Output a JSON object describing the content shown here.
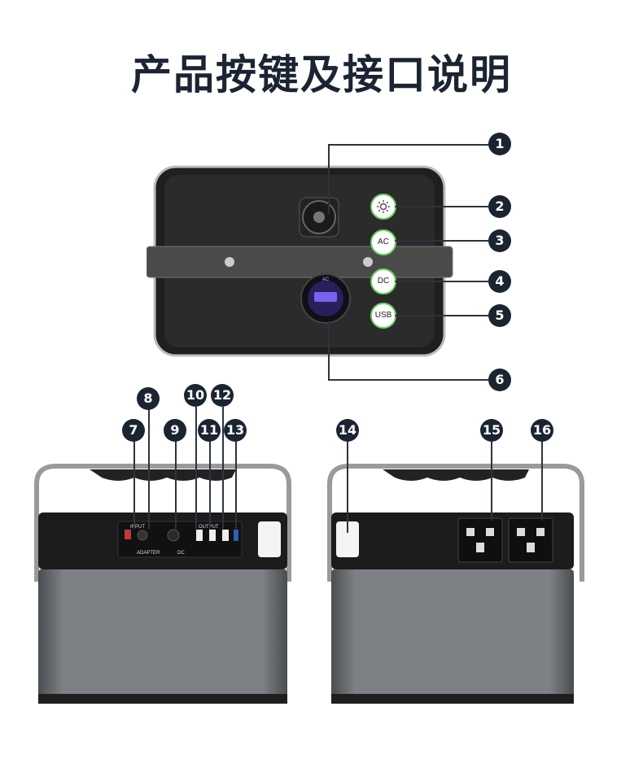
{
  "title": "产品按键及接口说明",
  "callouts": [
    "1",
    "2",
    "3",
    "4",
    "5",
    "6",
    "7",
    "8",
    "9",
    "10",
    "11",
    "12",
    "13",
    "14",
    "15",
    "16"
  ],
  "buttons": {
    "ac": "AC",
    "dc": "DC",
    "usb": "USB"
  },
  "panel_labels": {
    "input": "INPUT",
    "output": "OUTPUT",
    "adapter": "ADAPTER",
    "dc_label": "DC",
    "display_text": "AC"
  },
  "icons": {
    "light": "sun-icon",
    "socket": "universal-socket-icon",
    "lighter": "car-socket-icon"
  },
  "colors": {
    "callout_bg": "#1b2431",
    "button_ring": "#6fcf6a",
    "body_dark": "#2d2d2d",
    "display_glow": "#6a4dd6"
  }
}
